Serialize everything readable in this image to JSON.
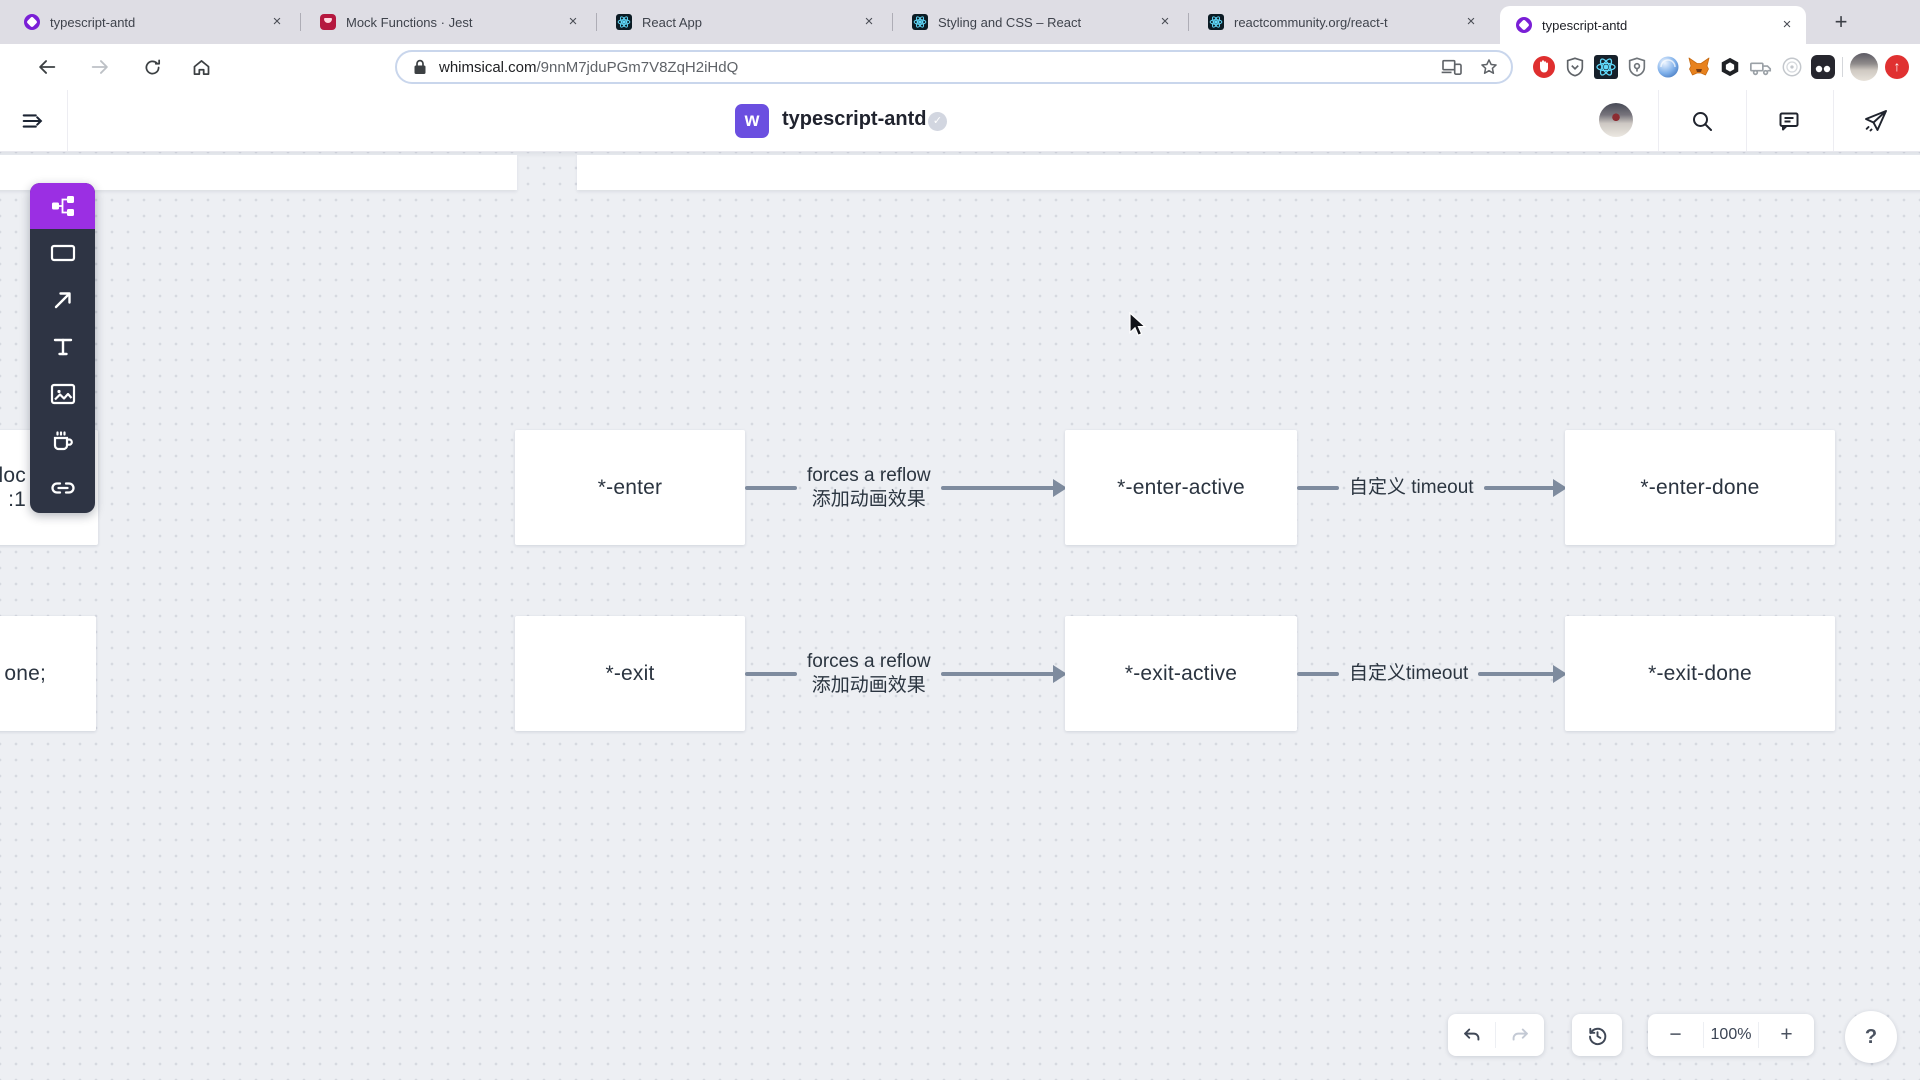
{
  "browser": {
    "close_glyph": "×",
    "new_tab_glyph": "+",
    "tabs": [
      {
        "title": "typescript-antd",
        "icon": "whimsical-favicon"
      },
      {
        "title": "Mock Functions · Jest",
        "icon": "jest-favicon"
      },
      {
        "title": "React App",
        "icon": "react-favicon"
      },
      {
        "title": "Styling and CSS – React",
        "icon": "react-favicon"
      },
      {
        "title": "reactcommunity.org/react-t",
        "icon": "react-favicon"
      },
      {
        "title": "typescript-antd",
        "icon": "whimsical-favicon",
        "active": true
      }
    ],
    "url": {
      "domain": "whimsical.com",
      "path": "/9nnM7jduPGm7V8ZqH2iHdQ"
    },
    "extensions": [
      "adblock-hand-icon",
      "pocket-shield-icon",
      "react-devtools-icon",
      "privacy-badger-icon",
      "blue-sphere-icon",
      "metamask-fox-icon",
      "dark-glyph-icon",
      "grey-truck-icon",
      "grey-spiral-icon",
      "two-dots-icon",
      "profile-avatar",
      "red-up-icon"
    ]
  },
  "header": {
    "badge_letter": "w",
    "title": "typescript-antd",
    "saved_check_glyph": "✓",
    "icons": [
      "sidebar-toggle-icon",
      "avatar",
      "search-icon",
      "comments-icon",
      "send-icon"
    ]
  },
  "toolbar": {
    "active_color": "#9b2fe3",
    "tools": [
      "flowchart-tool",
      "rectangle-tool",
      "arrow-tool",
      "text-tool",
      "image-tool",
      "coffee-tool",
      "link-tool"
    ]
  },
  "canvas": {
    "background": "#edeff3",
    "connector_color": "#7e8b9e",
    "partial_boxes": [
      {
        "lines": [
          "loc",
          ":1"
        ]
      },
      {
        "lines": [
          "one;"
        ]
      }
    ],
    "rows": [
      {
        "boxes": [
          "*-enter",
          "*-enter-active",
          "*-enter-done"
        ],
        "connectors": [
          {
            "line1": "forces a reflow",
            "line2": "添加动画效果"
          },
          {
            "line1": "自定义 timeout",
            "line2": ""
          }
        ]
      },
      {
        "boxes": [
          "*-exit",
          "*-exit-active",
          "*-exit-done"
        ],
        "connectors": [
          {
            "line1": "forces a reflow",
            "line2": "添加动画效果"
          },
          {
            "line1": "自定义timeout",
            "line2": ""
          }
        ]
      }
    ]
  },
  "footer": {
    "zoom_label": "100%",
    "help_glyph": "?"
  }
}
